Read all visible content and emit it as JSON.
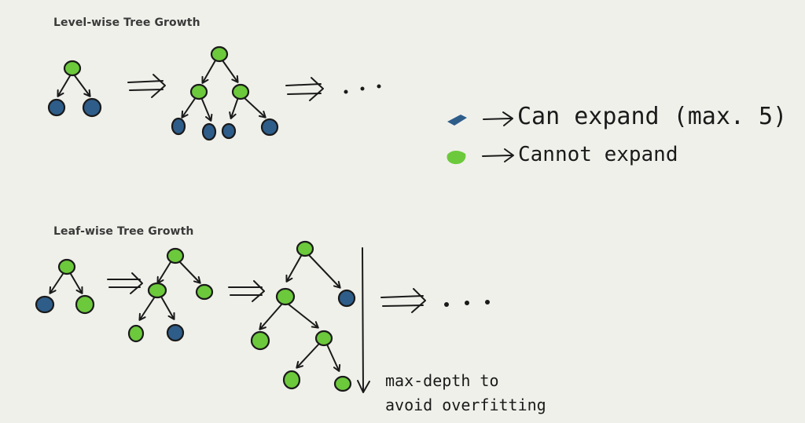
{
  "titles": {
    "level_wise": "Level-wise Tree Growth",
    "leaf_wise": "Leaf-wise Tree Growth"
  },
  "legend": {
    "can_expand": "Can expand (max. 5)",
    "cannot_expand": "Cannot expand"
  },
  "annotation": {
    "max_depth_line1": "max-depth to",
    "max_depth_line2": "avoid overfitting"
  },
  "ellipsis": "...",
  "colors": {
    "expandable": "#2e5d8a",
    "not_expandable": "#6cc93c",
    "ink": "#1a1a1a",
    "background": "#f0f0eb"
  }
}
